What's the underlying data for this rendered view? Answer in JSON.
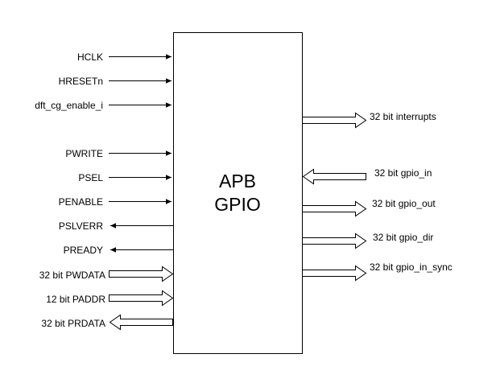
{
  "block": {
    "title_line1": "APB",
    "title_line2": "GPIO"
  },
  "left_signals": [
    {
      "label": "HCLK",
      "direction": "in",
      "kind": "wire"
    },
    {
      "label": "HRESETn",
      "direction": "in",
      "kind": "wire"
    },
    {
      "label": "dft_cg_enable_i",
      "direction": "in",
      "kind": "wire"
    },
    {
      "label": "PWRITE",
      "direction": "in",
      "kind": "wire"
    },
    {
      "label": "PSEL",
      "direction": "in",
      "kind": "wire"
    },
    {
      "label": "PENABLE",
      "direction": "in",
      "kind": "wire"
    },
    {
      "label": "PSLVERR",
      "direction": "out",
      "kind": "wire"
    },
    {
      "label": "PREADY",
      "direction": "out",
      "kind": "wire"
    },
    {
      "label": "32 bit PWDATA",
      "direction": "in",
      "kind": "bus"
    },
    {
      "label": "12 bit PADDR",
      "direction": "in",
      "kind": "bus"
    },
    {
      "label": "32 bit PRDATA",
      "direction": "out",
      "kind": "bus"
    }
  ],
  "right_signals": [
    {
      "label": "32 bit interrupts",
      "direction": "out",
      "kind": "bus"
    },
    {
      "label": "32 bit gpio_in",
      "direction": "in",
      "kind": "bus"
    },
    {
      "label": "32 bit gpio_out",
      "direction": "out",
      "kind": "bus"
    },
    {
      "label": "32 bit gpio_dir",
      "direction": "out",
      "kind": "bus"
    },
    {
      "label": "32 bit gpio_in_sync",
      "direction": "out",
      "kind": "bus"
    }
  ]
}
